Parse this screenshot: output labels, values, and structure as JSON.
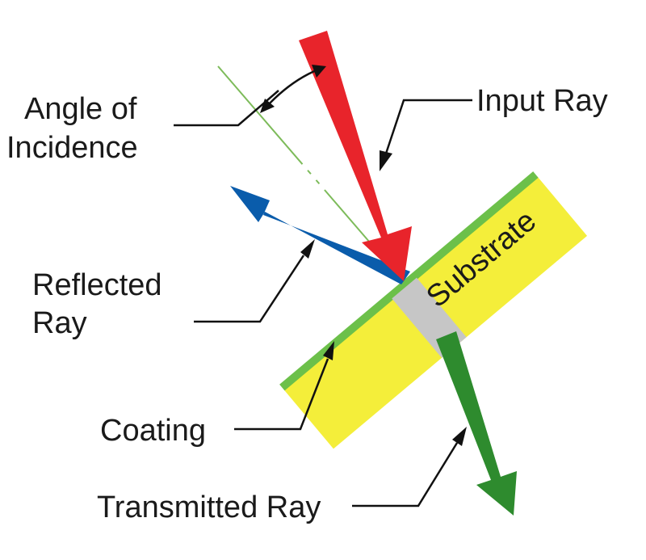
{
  "labels": {
    "angle_line1": "Angle of",
    "angle_line2": "Incidence",
    "input_ray": "Input Ray",
    "reflected_line1": "Reflected",
    "reflected_line2": "Ray",
    "coating": "Coating",
    "transmitted_ray": "Transmitted Ray",
    "substrate": "Substrate"
  },
  "colors": {
    "input_ray": "#e8242b",
    "reflected_ray": "#0a5cab",
    "transmitted_ray": "#2e8b2e",
    "coating": "#6cc04a",
    "substrate": "#f4ee3a",
    "passage": "#c6c6c6",
    "normal_line": "#7dbb5a"
  }
}
